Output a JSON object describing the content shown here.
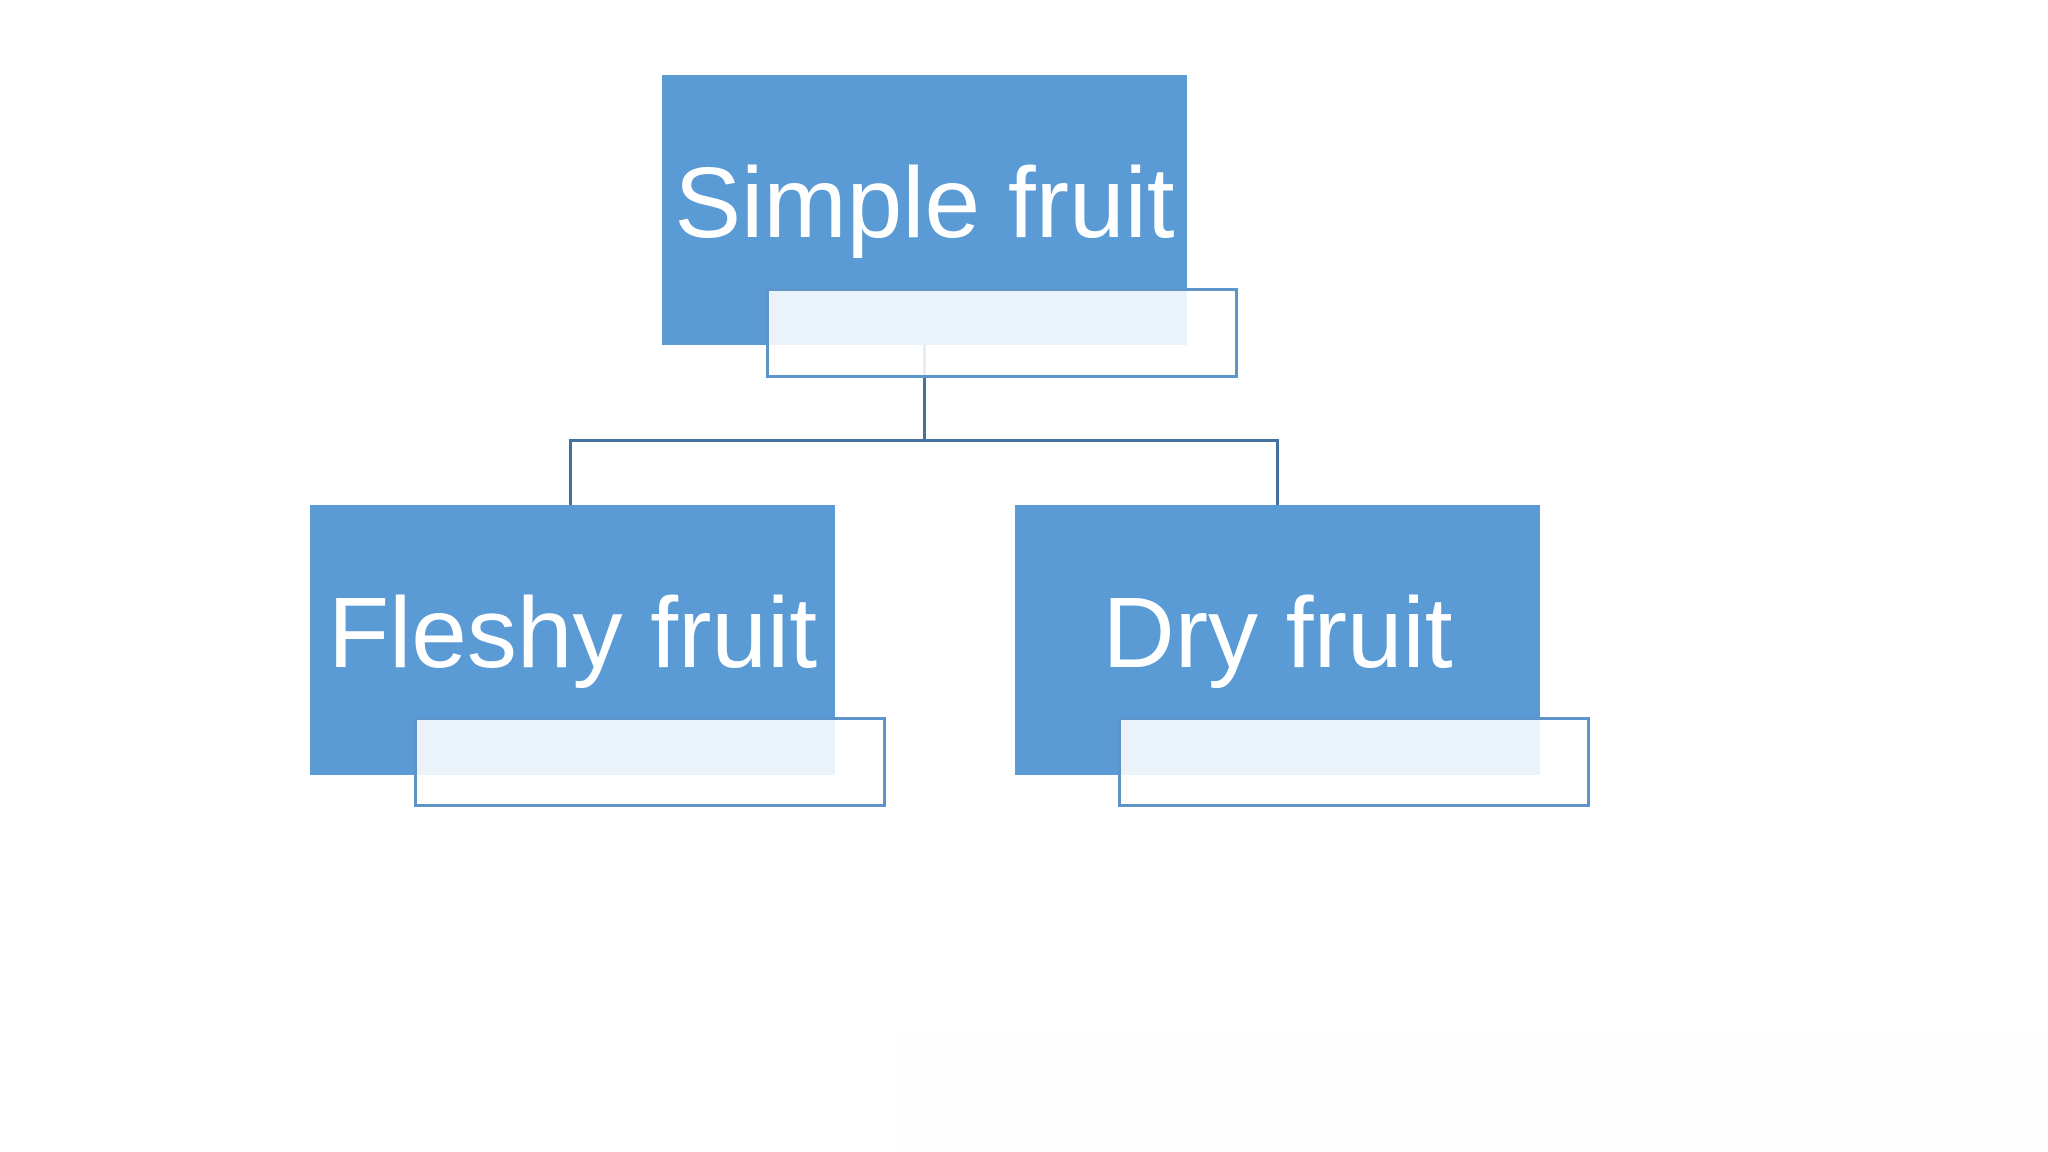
{
  "diagram": {
    "type": "hierarchy",
    "background_color": "#ffffff",
    "node_fill_color": "#5B9BD5",
    "node_text_color": "#ffffff",
    "placeholder_border_color": "#5d95cb",
    "connector_color": "#44729f",
    "nodes": {
      "root": {
        "label": "Simple fruit"
      },
      "children": [
        {
          "label": "Fleshy fruit"
        },
        {
          "label": "Dry fruit"
        }
      ]
    }
  }
}
